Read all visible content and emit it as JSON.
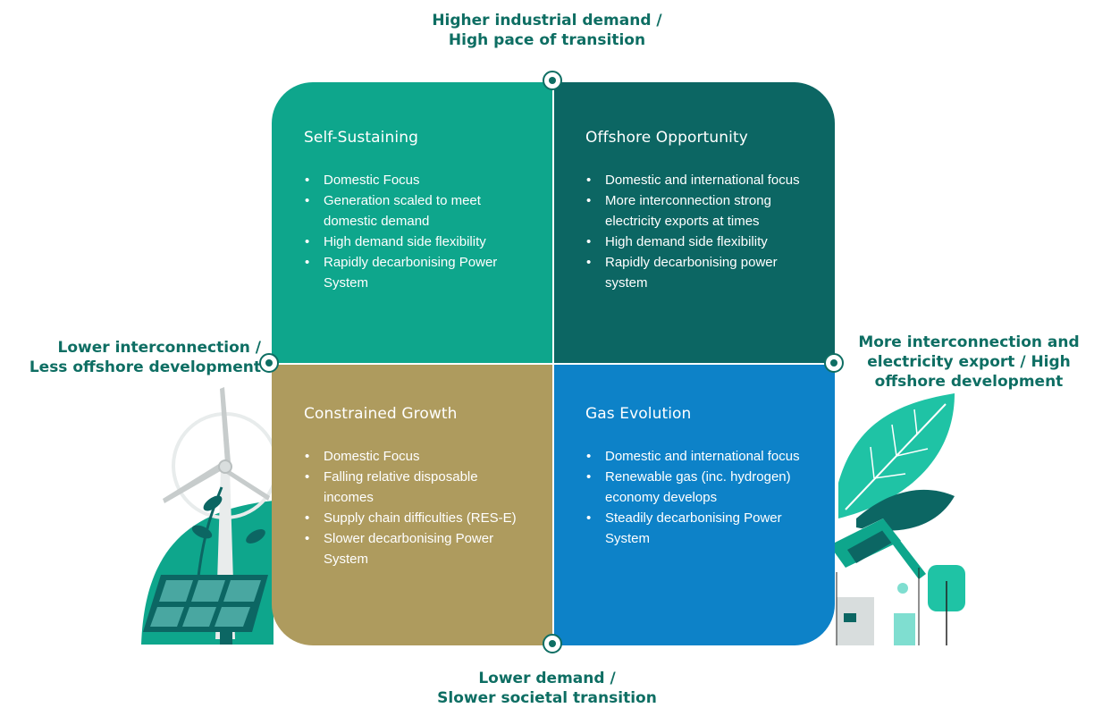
{
  "axes": {
    "top": [
      "Higher industrial demand /",
      "High pace of transition"
    ],
    "bottom": [
      "Lower demand /",
      "Slower societal transition"
    ],
    "left": [
      "Lower interconnection /",
      "Less offshore development"
    ],
    "right": [
      "More interconnection and",
      "electricity export / High",
      "offshore development"
    ]
  },
  "quadrants": [
    {
      "title": "Self-Sustaining",
      "color": "#0ea68c",
      "bullets": [
        "Domestic Focus",
        "Generation scaled to meet domestic demand",
        "High demand side flexibility",
        "Rapidly decarbonising Power System"
      ]
    },
    {
      "title": "Offshore Opportunity",
      "color": "#0c6663",
      "bullets": [
        "Domestic and international focus",
        "More interconnection strong electricity exports at times",
        "High  demand side flexibility",
        "Rapidly decarbonising power system"
      ]
    },
    {
      "title": "Constrained Growth",
      "color": "#ae9b5e",
      "bullets": [
        "Domestic Focus",
        "Falling relative disposable incomes",
        "Supply chain difficulties (RES-E)",
        "Slower decarbonising Power System"
      ]
    },
    {
      "title": "Gas Evolution",
      "color": "#0d82c8",
      "bullets": [
        "Domestic and international focus",
        "Renewable gas (inc. hydrogen) economy develops",
        "Steadily decarbonising Power System"
      ]
    }
  ],
  "illustrations": [
    "wind-turbine-icon",
    "solar-panel-icon",
    "house-icon",
    "leaf-icon",
    "tree-icon"
  ]
}
